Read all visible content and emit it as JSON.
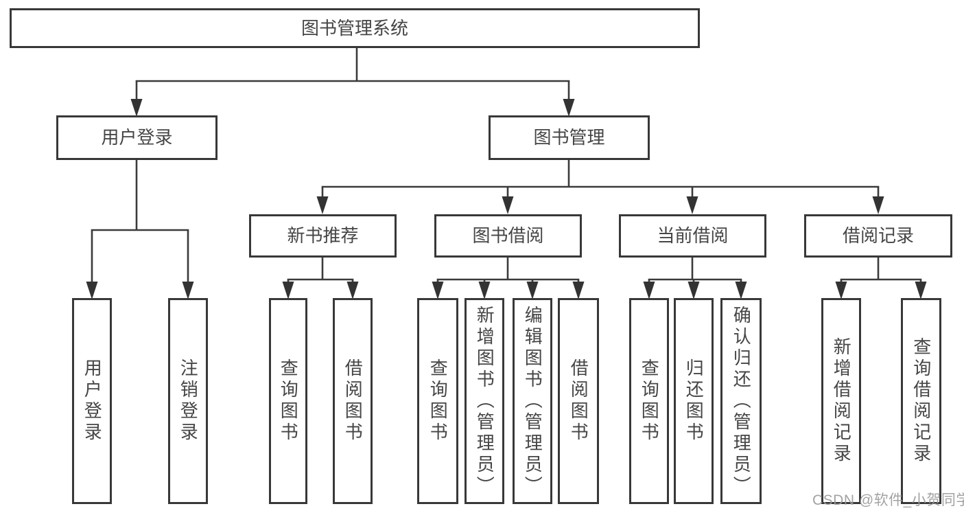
{
  "diagram": {
    "title_node": {
      "label": "图书管理系统"
    },
    "branches": [
      {
        "label": "用户登录"
      },
      {
        "label": "图书管理"
      }
    ],
    "modules": [
      {
        "label": "新书推荐"
      },
      {
        "label": "图书借阅"
      },
      {
        "label": "当前借阅"
      },
      {
        "label": "借阅记录"
      }
    ],
    "functions": {
      "user_login": [
        {
          "label": "用户登录"
        },
        {
          "label": "注销登录"
        }
      ],
      "new_book_recommend": [
        {
          "label": "查询图书"
        },
        {
          "label": "借阅图书"
        }
      ],
      "book_borrow": [
        {
          "label": "查询图书"
        },
        {
          "label": "新增图书（管理员）"
        },
        {
          "label": "编辑图书（管理员）"
        },
        {
          "label": "借阅图书"
        }
      ],
      "current_borrow": [
        {
          "label": "查询图书"
        },
        {
          "label": "归还图书"
        },
        {
          "label": "确认归还（管理员）"
        }
      ],
      "borrow_records": [
        {
          "label": "新增借阅记录"
        },
        {
          "label": "查询借阅记录"
        }
      ]
    }
  },
  "watermark": {
    "text": "CSDN @软件_小贺同学"
  },
  "colors": {
    "line": "#3b3b3b",
    "box_border": "#383838",
    "box_fill": "#ffffff",
    "text": "#454545",
    "watermark": "#9b9b9b",
    "background": "#ffffff"
  }
}
